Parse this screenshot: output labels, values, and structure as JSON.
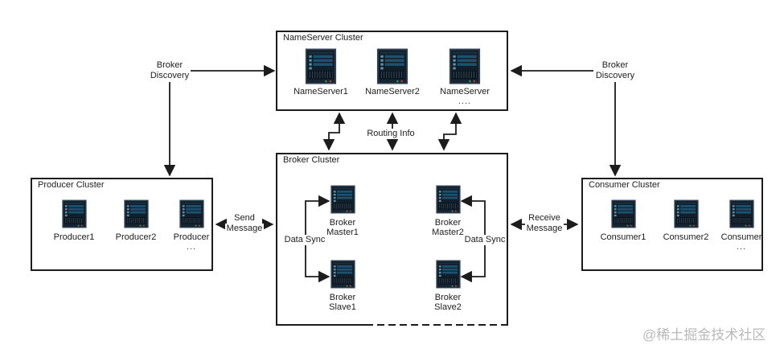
{
  "clusters": {
    "nameserver": {
      "title": "NameServer Cluster",
      "servers": [
        {
          "name": "NameServer1"
        },
        {
          "name": "NameServer2"
        },
        {
          "name": "NameServer",
          "ellipsis": "...."
        }
      ]
    },
    "broker": {
      "title": "Broker Cluster",
      "servers": [
        {
          "line1": "Broker",
          "line2": "Master1"
        },
        {
          "line1": "Broker",
          "line2": "Master2"
        },
        {
          "line1": "Broker",
          "line2": "Slave1"
        },
        {
          "line1": "Broker",
          "line2": "Slave2"
        }
      ]
    },
    "producer": {
      "title": "Producer Cluster",
      "servers": [
        {
          "name": "Producer1"
        },
        {
          "name": "Producer2"
        },
        {
          "name": "Producer",
          "ellipsis": "..."
        }
      ]
    },
    "consumer": {
      "title": "Consumer Cluster",
      "servers": [
        {
          "name": "Consumer1"
        },
        {
          "name": "Consumer2"
        },
        {
          "name": "Consumer",
          "ellipsis": "..."
        }
      ]
    }
  },
  "edges": {
    "broker_discovery_left": {
      "line1": "Broker",
      "line2": "Discovery"
    },
    "broker_discovery_right": {
      "line1": "Broker",
      "line2": "Discovery"
    },
    "routing_info": {
      "label": "Routing Info"
    },
    "send_message": {
      "line1": "Send",
      "line2": "Message"
    },
    "receive_message": {
      "line1": "Receive",
      "line2": "Message"
    },
    "data_sync_left": {
      "label": "Data Sync"
    },
    "data_sync_right": {
      "label": "Data Sync"
    }
  },
  "watermark": "@稀土掘金技术社区",
  "colors": {
    "line": "#1c1c1c",
    "server_frame": "#2e4050",
    "server_body": "#111f2b",
    "server_bar": "#1d5170",
    "server_tick": "#5d93ad",
    "led_green": "#2f9e52",
    "led_red": "#bf3a3f",
    "watermark_gray": "#b9b9b9"
  }
}
